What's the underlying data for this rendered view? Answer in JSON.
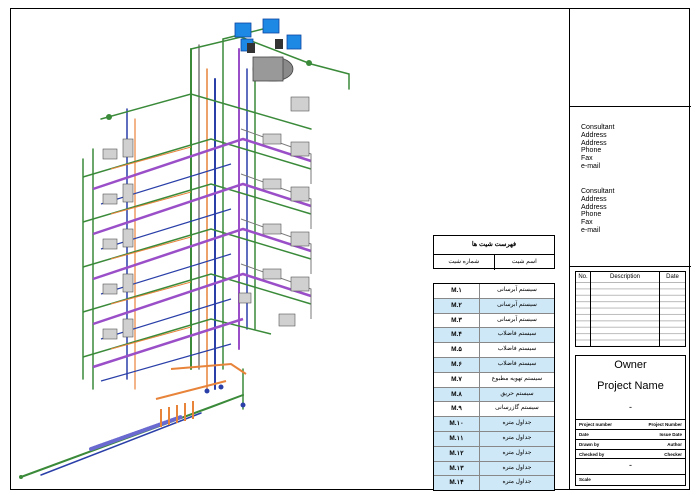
{
  "sheet_list": {
    "title": "فهرست شیت ها",
    "col_number": "شماره شیت",
    "col_name": "اسم شیت",
    "rows": [
      {
        "num": "M.۱",
        "name": "سیستم آبرسانی"
      },
      {
        "num": "M.۲",
        "name": "سیستم آبرسانی"
      },
      {
        "num": "M.۳",
        "name": "سیستم آبرسانی"
      },
      {
        "num": "M.۴",
        "name": "سیستم فاضلاب"
      },
      {
        "num": "M.۵",
        "name": "سیستم فاضلاب"
      },
      {
        "num": "M.۶",
        "name": "سیستم فاضلاب"
      },
      {
        "num": "M.۷",
        "name": "سیستم تهویه مطبوع"
      },
      {
        "num": "M.۸",
        "name": "سیستم حریق"
      },
      {
        "num": "M.۹",
        "name": "سیستم گازرسانی"
      },
      {
        "num": "M.۱۰",
        "name": "جداول متره"
      },
      {
        "num": "M.۱۱",
        "name": "جداول متره"
      },
      {
        "num": "M.۱۲",
        "name": "جداول متره"
      },
      {
        "num": "M.۱۳",
        "name": "جداول متره"
      },
      {
        "num": "M.۱۴",
        "name": "جداول متره"
      }
    ]
  },
  "consultants": [
    {
      "lines": [
        "Consultant",
        "Address",
        "Address",
        "Phone",
        "Fax",
        "e-mail"
      ]
    },
    {
      "lines": [
        "Consultant",
        "Address",
        "Address",
        "Phone",
        "Fax",
        "e-mail"
      ]
    }
  ],
  "revisions": {
    "col_no": "No.",
    "col_desc": "Description",
    "col_date": "Date"
  },
  "title_block": {
    "owner": "Owner",
    "project_name": "Project Name",
    "dash": "-",
    "project_number_label": "Project number",
    "project_number_value": "Project Number",
    "date_label": "Date",
    "date_value": "Issue Date",
    "drawn_by_label": "Drawn by",
    "drawn_by_value": "Author",
    "checked_by_label": "Checked by",
    "checked_by_value": "Checker",
    "scale_label": "Scale"
  },
  "colors": {
    "pipe_green": "#3a8a3a",
    "pipe_purple": "#9a4fc8",
    "pipe_orange": "#e8833a",
    "pipe_blue": "#2a3fa8",
    "pipe_gray": "#7a7a7a",
    "row_highlight": "#cfe8f7",
    "equipment_blue": "#1e88e5"
  }
}
